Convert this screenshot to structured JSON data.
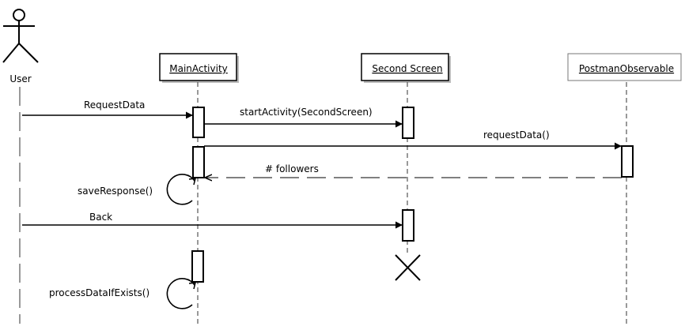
{
  "participants": {
    "user": "User",
    "main_activity": "MainActivity",
    "second_screen": "Second Screen",
    "postman_observable": "PostmanObservable"
  },
  "messages": {
    "request_data": "RequestData",
    "start_activity": "startActivity(SecondScreen)",
    "request_data_call": "requestData()",
    "followers_return": "# followers",
    "save_response": "saveResponse()",
    "back": "Back",
    "process_data": "processDataIfExists()"
  }
}
